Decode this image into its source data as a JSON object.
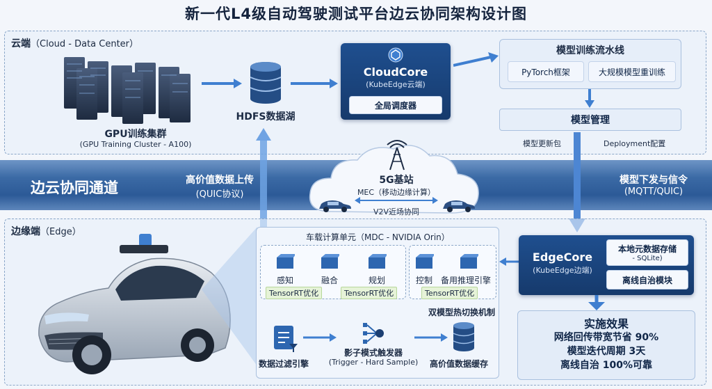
{
  "title": "新一代L4级自动驾驶测试平台边云协同架构设计图",
  "cloud": {
    "zone_label_main": "云端",
    "zone_label_sub": "（Cloud - Data Center）",
    "gpu_title": "GPU训练集群",
    "gpu_sub": "(GPU Training Cluster - A100)",
    "hdfs_label": "HDFS数据湖",
    "cloudcore_title": "CloudCore",
    "cloudcore_sub": "(KubeEdge云端)",
    "scheduler_label": "全局调度器",
    "pipeline_title": "模型训练流水线",
    "pytorch_label": "PyTorch框架",
    "retrain_label": "大规模模型重训练",
    "model_mgmt_label": "模型管理",
    "update_pkg_label": "模型更新包",
    "deployment_label": "Deployment配置"
  },
  "band": {
    "channel_label": "边云协同通道",
    "uplink_title": "高价值数据上传",
    "uplink_sub": "(QUIC协议)",
    "station_title": "5G基站",
    "station_sub": "MEC（移动边缘计算）",
    "v2v_label": "V2V近场协同",
    "downlink_title": "模型下发与信令",
    "downlink_sub": "(MQTT/QUIC)"
  },
  "edge": {
    "zone_label_main": "边缘端",
    "zone_label_sub": "（Edge）",
    "compute_unit_label": "车载计算单元（MDC - NVIDIA Orin）",
    "perception_label": "感知",
    "fusion_label": "融合",
    "planning_label": "规划",
    "control_label": "控制",
    "backup_label": "备用推理引擎",
    "tensorrt_1": "TensorRT优化",
    "tensorrt_2": "TensorRT优化",
    "tensorrt_3": "TensorRT优化",
    "hot_swap_label": "双模型热切换机制",
    "filter_label": "数据过滤引擎",
    "shadow_title": "影子模式触发器",
    "shadow_sub": "(Trigger - Hard Sample)",
    "cache_label": "高价值数据缓存",
    "edgecore_title": "EdgeCore",
    "edgecore_sub": "(KubeEdge边端)",
    "local_store_title": "本地元数据存储",
    "local_store_sub": "- SQLite)",
    "offline_module_label": "离线自治模块"
  },
  "results": {
    "title": "实施效果",
    "line1": "网络回传带宽节省 90%",
    "line2": "模型迭代周期 3天",
    "line3": "离线自治 100%可靠"
  },
  "colors": {
    "band_blue": "#2c5a97",
    "node_navy": "#1f4f8f",
    "arrow_blue": "#3f7fd0",
    "tag_green": "#e6f3d8"
  }
}
